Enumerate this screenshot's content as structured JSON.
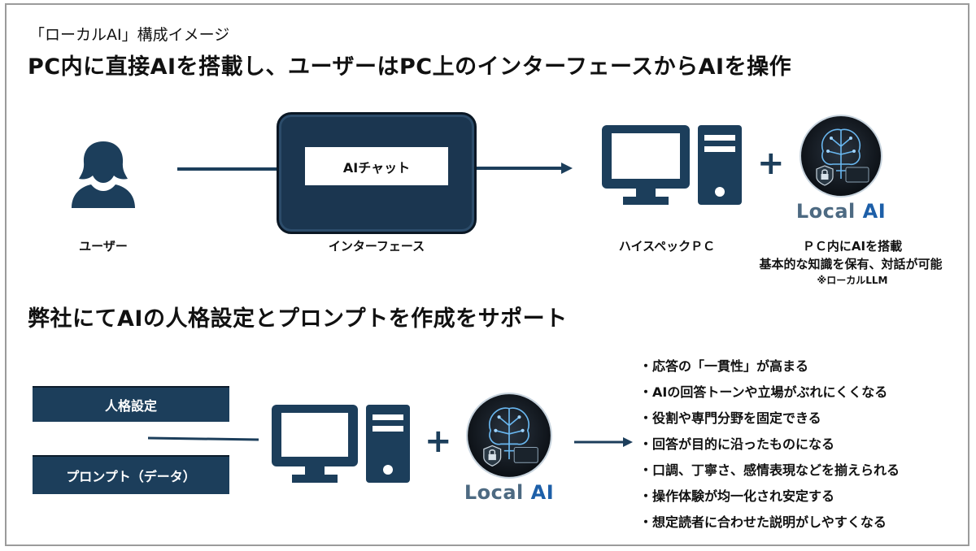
{
  "header": {
    "subtitle": "「ローカルAI」構成イメージ",
    "headline": "PC内に直接AIを搭載し、ユーザーはPC上のインターフェースからAIを操作"
  },
  "top_flow": {
    "user_label": "ユーザー",
    "interface_inner": "AIチャット",
    "interface_label": "インターフェース",
    "pc_label": "ハイスペックＰＣ",
    "plus": "+",
    "logo_local": "Local",
    "logo_ai": "AI",
    "ai_desc_line1": "ＰＣ内にAIを搭載",
    "ai_desc_line2": "基本的な知識を保有、対話が可能",
    "ai_desc_note": "※ローカルLLM"
  },
  "section2": {
    "headline": "弊社にてAIの人格設定とプロンプトを作成をサポート",
    "box1": "人格設定",
    "box2": "プロンプト（データ）",
    "plus": "+",
    "logo_local": "Local",
    "logo_ai": "AI",
    "bullets": [
      "・応答の「一貫性」が高まる",
      "・AIの回答トーンや立場がぶれにくくなる",
      "・役割や専門分野を固定できる",
      "・回答が目的に沿ったものになる",
      "・口調、丁寧さ、感情表現などを揃えられる",
      "・操作体験が均一化され安定する",
      "・想定読者に合わせた説明がしやすくなる"
    ]
  },
  "colors": {
    "navy": "#1c3e5b",
    "dark": "#0a1724",
    "logo_blue": "#1d5fa8"
  },
  "icons": [
    "user-icon",
    "monitor-icon",
    "tower-icon",
    "brain-chip-icon",
    "lock-icon",
    "arrow-right-icon"
  ]
}
